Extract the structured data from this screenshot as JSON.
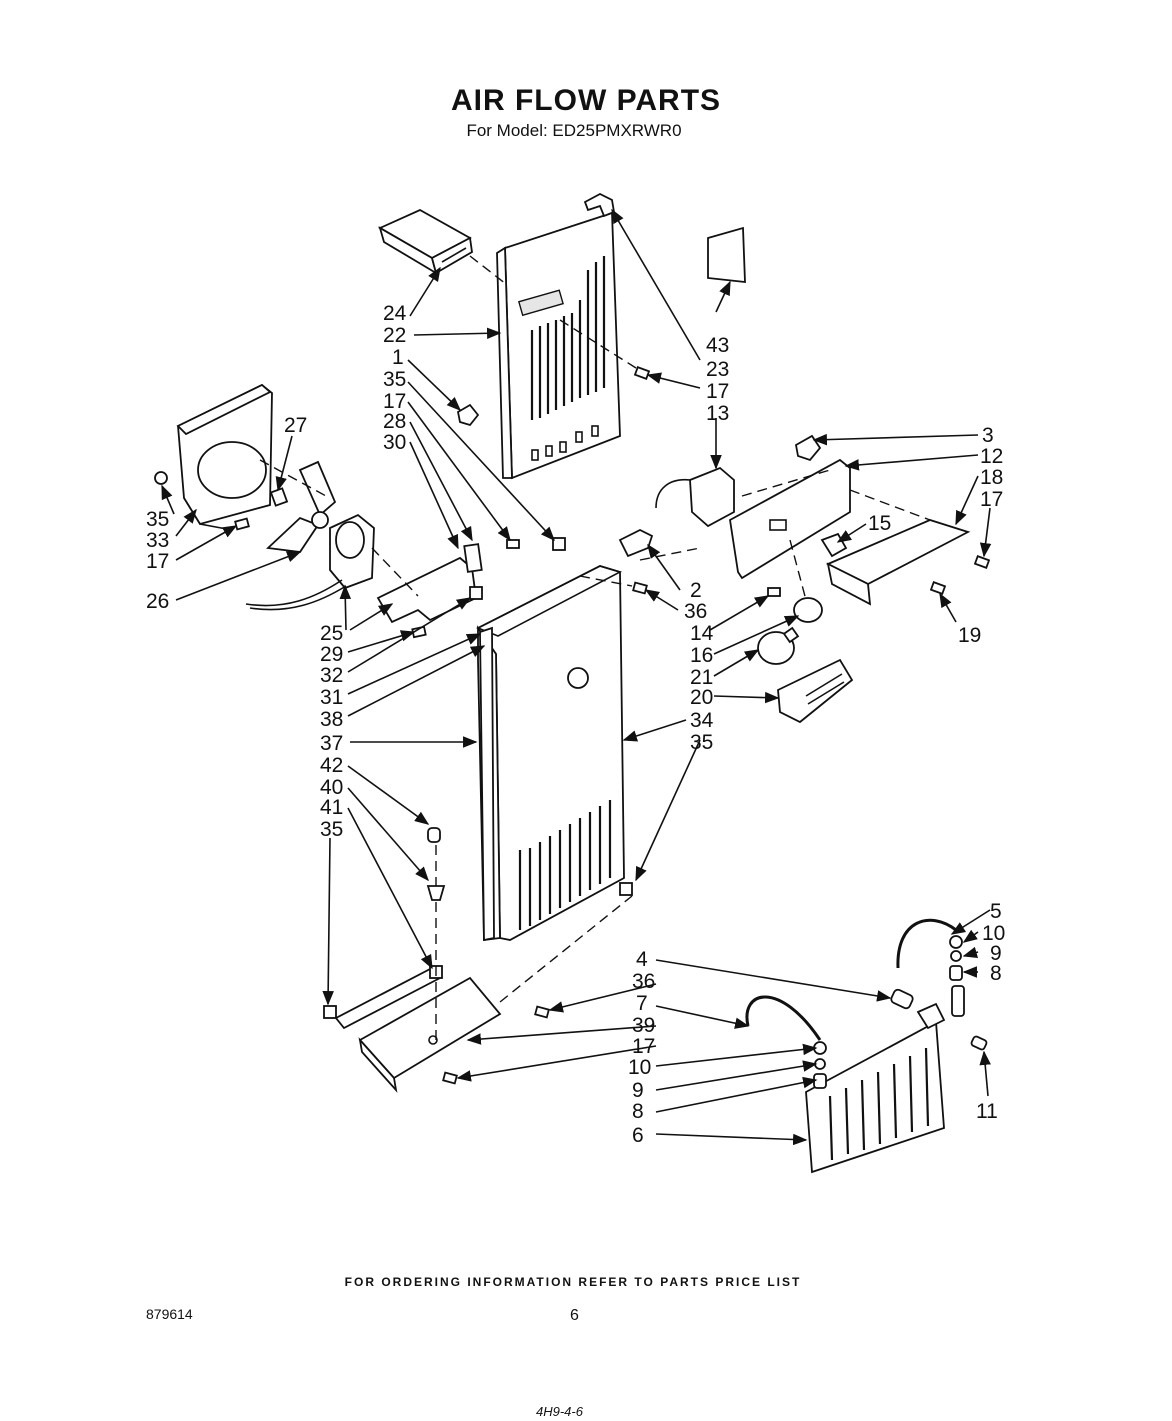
{
  "header": {
    "title": "AIR FLOW PARTS",
    "subtitle": "For Model: ED25PMXRWR0"
  },
  "footer": {
    "ordering_note": "FOR ORDERING INFORMATION REFER TO PARTS PRICE LIST",
    "document_number": "879614",
    "page_number": "6",
    "handwritten_mark": "4H9-4-6"
  },
  "callouts": {
    "c24": "24",
    "c22": "22",
    "c1": "1",
    "c35a": "35",
    "c17a": "17",
    "c28": "28",
    "c30": "30",
    "c27": "27",
    "c35b": "35",
    "c33": "33",
    "c17b": "17",
    "c26": "26",
    "c25": "25",
    "c29": "29",
    "c32": "32",
    "c31": "31",
    "c38": "38",
    "c37": "37",
    "c42": "42",
    "c40": "40",
    "c41": "41",
    "c35c": "35",
    "c43": "43",
    "c23": "23",
    "c17c": "17",
    "c13": "13",
    "c3": "3",
    "c12": "12",
    "c18": "18",
    "c17d": "17",
    "c15": "15",
    "c19": "19",
    "c2": "2",
    "c36a": "36",
    "c14": "14",
    "c16": "16",
    "c21": "21",
    "c20": "20",
    "c34": "34",
    "c35d": "35",
    "c5": "5",
    "c10a": "10",
    "c9a": "9",
    "c8a": "8",
    "c4": "4",
    "c36b": "36",
    "c7": "7",
    "c39": "39",
    "c17e": "17",
    "c10b": "10",
    "c9b": "9",
    "c8b": "8",
    "c6": "6",
    "c11": "11"
  }
}
